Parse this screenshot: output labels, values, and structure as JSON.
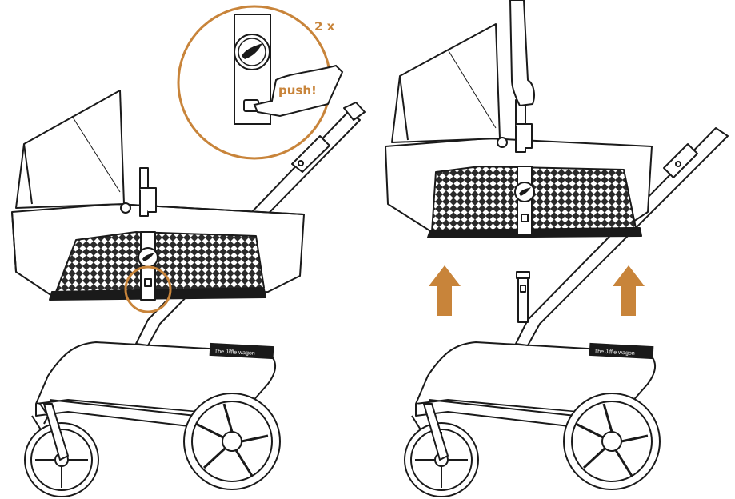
{
  "colors": {
    "accent": "#c8843a",
    "line": "#1a1a1a",
    "fill": "#ffffff",
    "mesh_dark": "#2b2b2b"
  },
  "callout": {
    "repeat_label": "2 x",
    "push_label": "push!"
  },
  "left_scene": {
    "brand_label": "The Jiffle wagon"
  },
  "right_scene": {
    "brand_label": "The Jiffle wagon"
  },
  "icons": [
    "swallow-logo-icon",
    "push-button-icon",
    "lift-arrow-icon",
    "hand-icon",
    "finger-icon"
  ]
}
